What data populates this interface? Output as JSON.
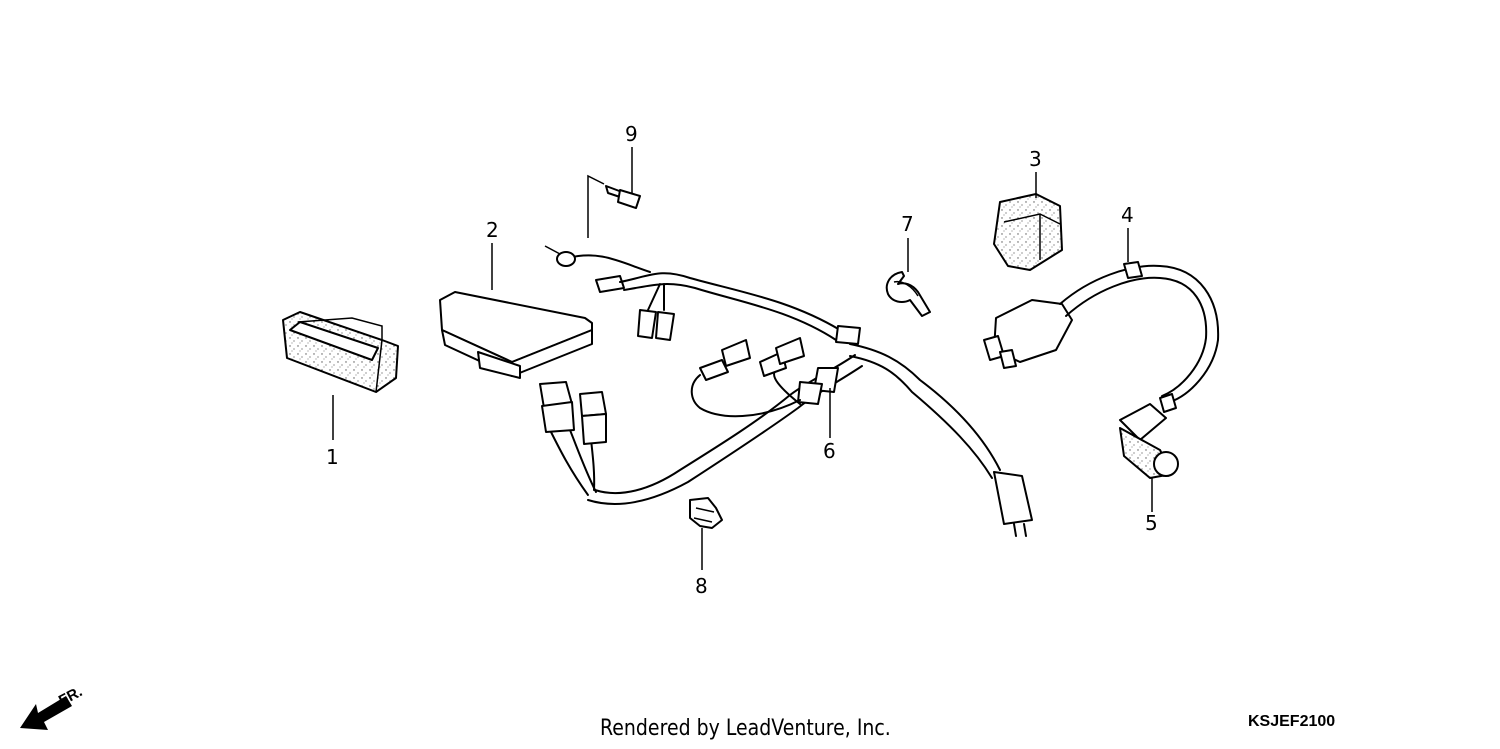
{
  "diagram": {
    "callouts": [
      {
        "id": "1",
        "label": "1"
      },
      {
        "id": "2",
        "label": "2"
      },
      {
        "id": "3",
        "label": "3"
      },
      {
        "id": "4",
        "label": "4"
      },
      {
        "id": "5",
        "label": "5"
      },
      {
        "id": "6",
        "label": "6"
      },
      {
        "id": "7",
        "label": "7"
      },
      {
        "id": "8",
        "label": "8"
      },
      {
        "id": "9",
        "label": "9"
      }
    ],
    "front_indicator": "FR."
  },
  "footer": {
    "credit": "Rendered by LeadVenture, Inc.",
    "diagram_code": "KSJEF2100"
  }
}
